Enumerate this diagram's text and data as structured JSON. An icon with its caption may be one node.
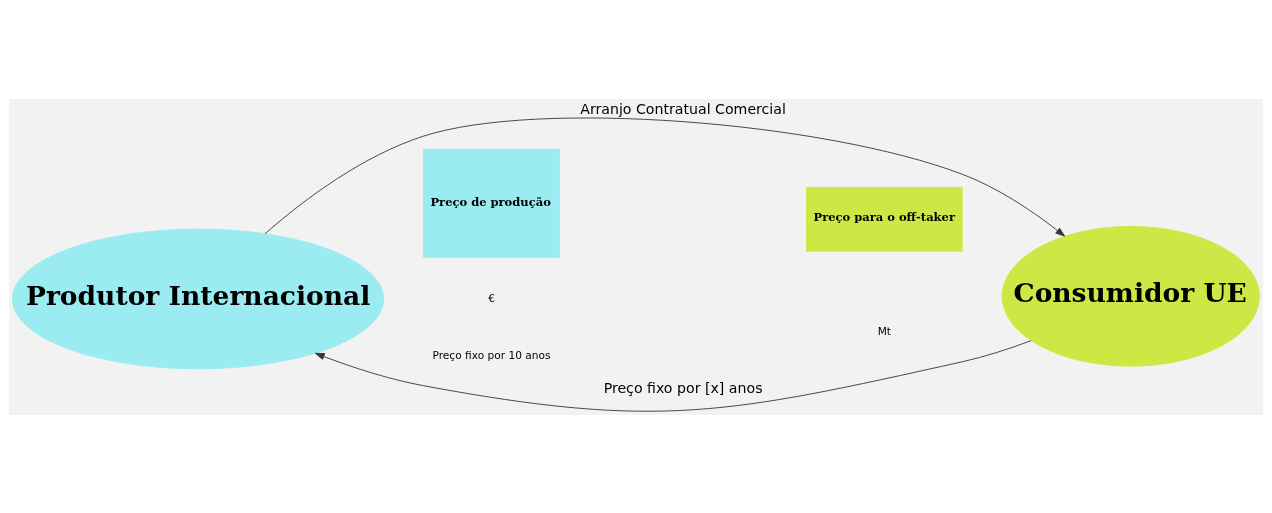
{
  "diagram": {
    "nodes": [
      {
        "text": [
          "Produtor Internacional"
        ]
      },
      {
        "text": [
          "Consumidor UE"
        ]
      },
      {
        "text": [
          "Preço de produção"
        ]
      },
      {
        "text": [
          "Preço para o off-taker"
        ]
      }
    ],
    "edges": [
      {
        "from": 1,
        "to": 0,
        "arrow": "to",
        "label": "Preço fixo por [x] anos"
      },
      {
        "from": 0,
        "to": 1,
        "arrow": "to",
        "label": "Arranjo Contratual Comercial"
      }
    ],
    "labels": [
      "€",
      "Preço fixo por 10 anos",
      "Mt"
    ]
  }
}
